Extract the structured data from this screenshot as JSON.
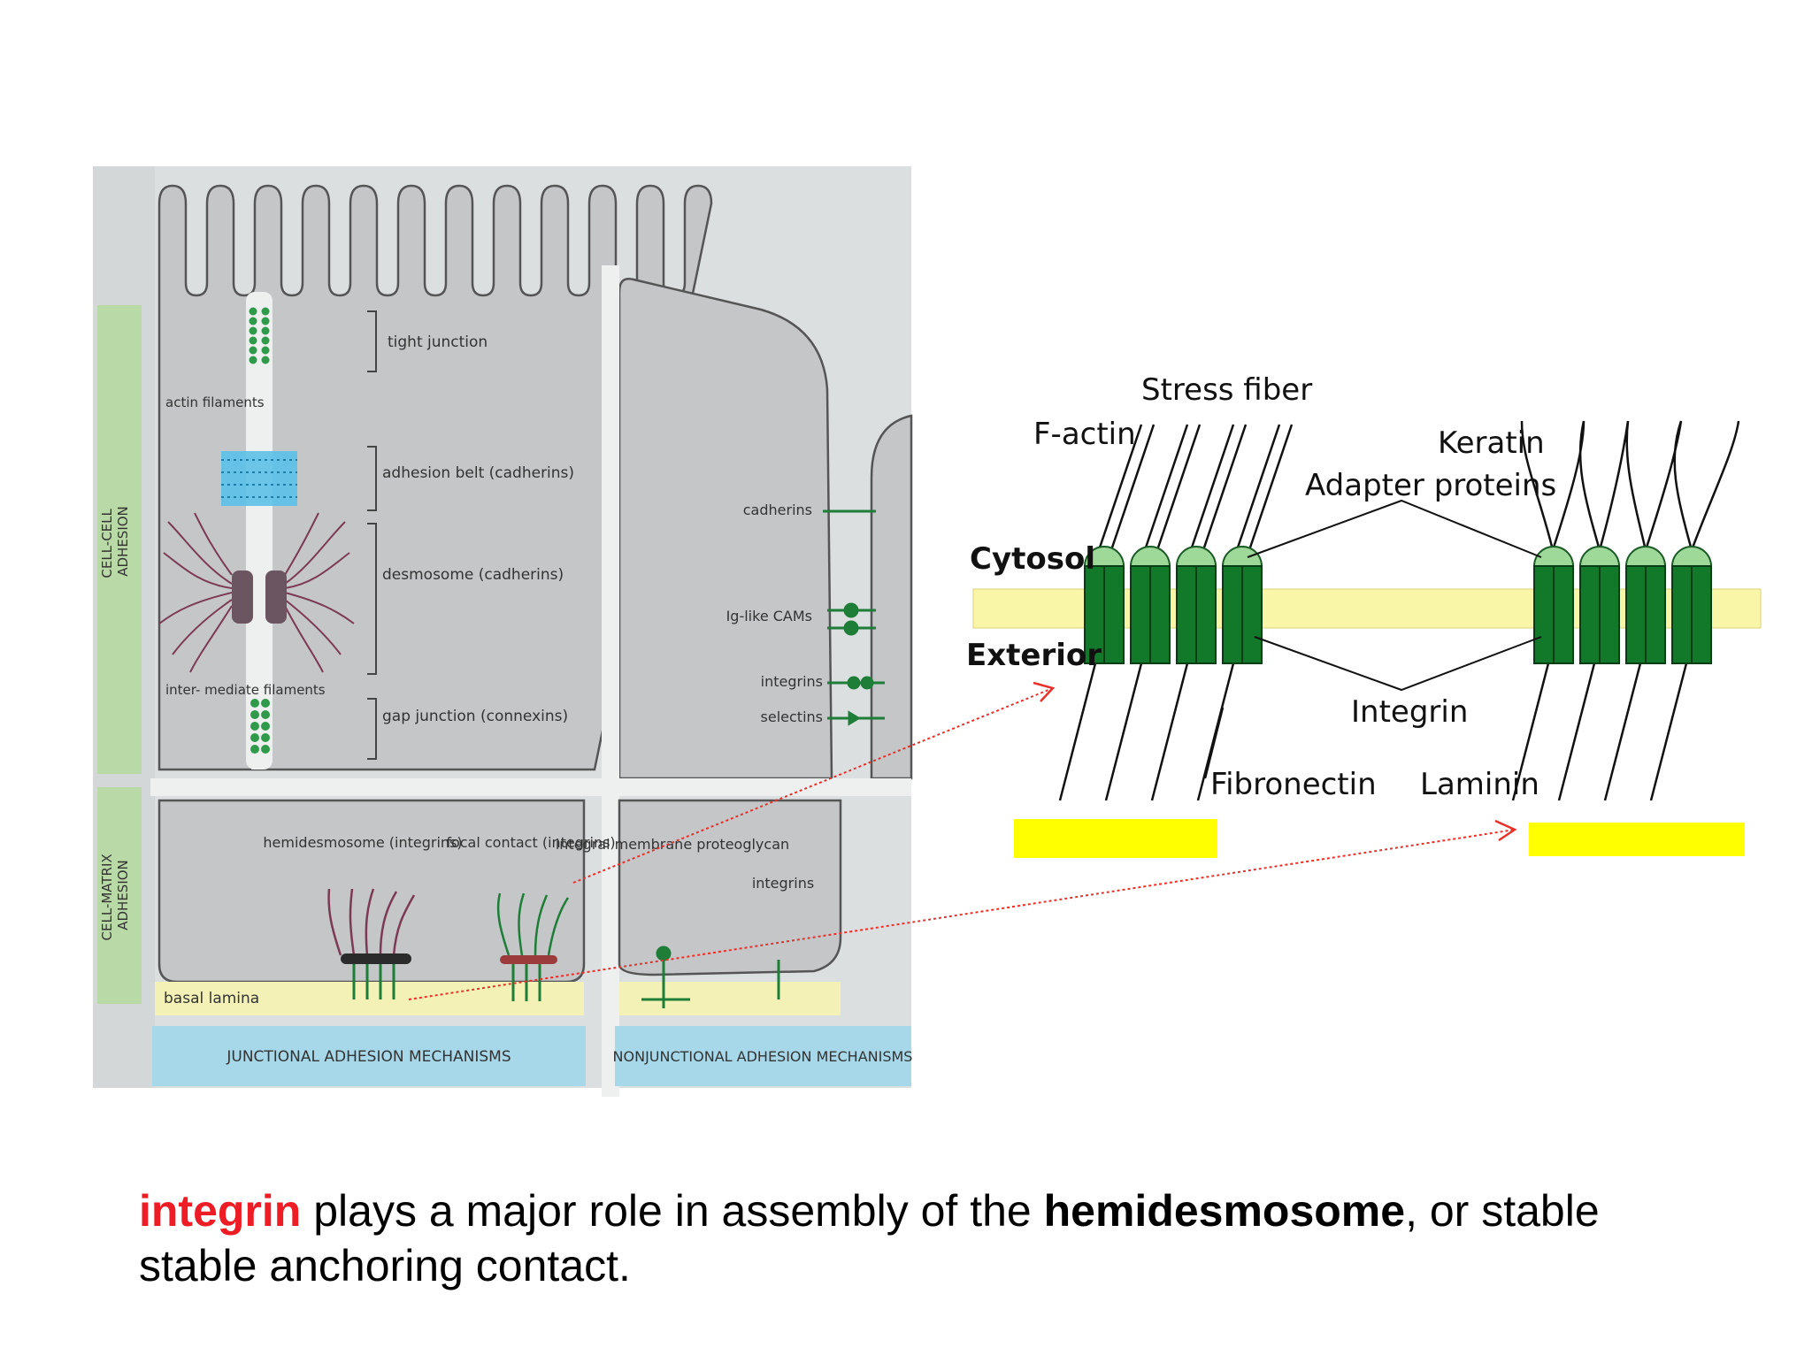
{
  "left_figure": {
    "side_labels": {
      "cell_cell": "CELL-CELL\nADHESION",
      "cell_matrix": "CELL-MATRIX\nADHESION"
    },
    "labels": {
      "tight_junction": "tight junction",
      "actin_filaments": "actin filaments",
      "adhesion_belt": "adhesion belt (cadherins)",
      "desmosome": "desmosome (cadherins)",
      "intermediate_filaments": "inter- mediate filaments",
      "gap_junction": "gap junction (connexins)",
      "cadherins": "cadherins",
      "ig_cams": "Ig-like CAMs",
      "integrins_right": "integrins",
      "selectins": "selectins",
      "hemidesmosome": "hemidesmosome (integrins)",
      "focal_contact": "focal contact (integrins)",
      "integral_proteoglycan": "integral membrane proteoglycan",
      "integrins_bottom": "integrins",
      "basal_lamina": "basal lamina"
    },
    "bottom_bars": {
      "junctional": "JUNCTIONAL ADHESION MECHANISMS",
      "nonjunctional": "NONJUNCTIONAL ADHESION MECHANISMS"
    }
  },
  "right_figure": {
    "stress_fiber": "Stress fiber",
    "f_actin": "F-actin",
    "keratin": "Keratin",
    "adapter_proteins": "Adapter proteins",
    "cytosol": "Cytosol",
    "exterior": "Exterior",
    "integrin": "Integrin",
    "fibronectin": "Fibronectin",
    "laminin": "Laminin"
  },
  "caption": {
    "word1": "integrin",
    "part2": " plays a major role in assembly of the ",
    "word2": "hemidesmosome",
    "part3": ", or stable",
    "line2": "stable anchoring contact."
  },
  "colors": {
    "highlight_text": "#ee1c25",
    "integrin_green": "#12782a",
    "adapter_green": "#9ed99a",
    "membrane_yellow": "#faf6a8",
    "answer_box_yellow": "#ffff00",
    "arrow_red": "#e8312a",
    "cell_gray": "#c4c6c8",
    "panel_green": "#b9d9a6",
    "panel_blue": "#a7d8ea"
  }
}
